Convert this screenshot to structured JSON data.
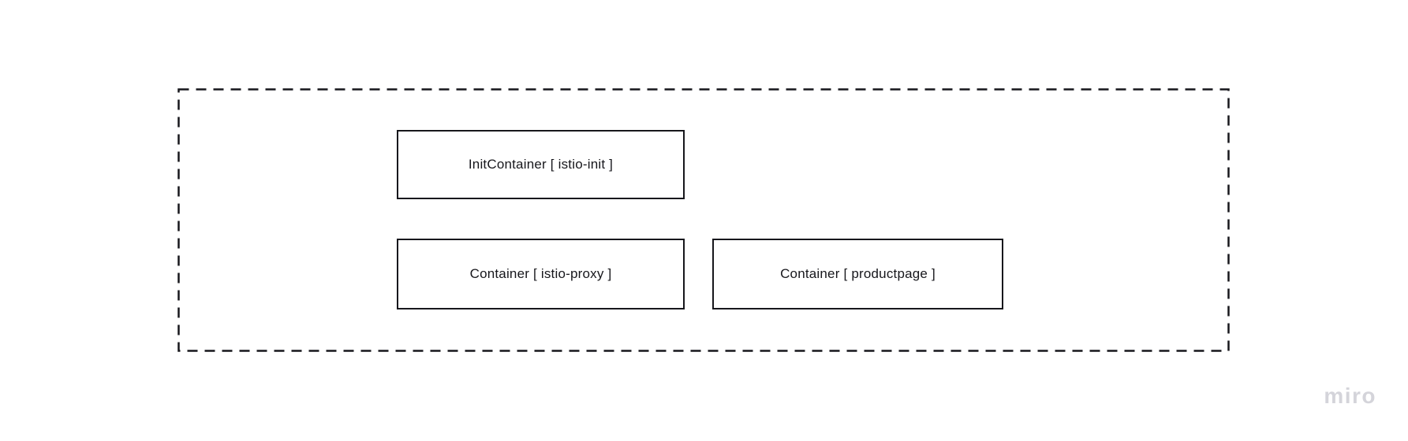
{
  "diagram": {
    "boundary": {
      "style": "dashed"
    },
    "nodes": [
      {
        "id": "init-container",
        "label": "InitContainer [ istio-init ]"
      },
      {
        "id": "container-istio-proxy",
        "label": "Container [ istio-proxy ]"
      },
      {
        "id": "container-productpage",
        "label": "Container [ productpage ]"
      }
    ]
  },
  "watermark": {
    "label": "miro"
  },
  "colors": {
    "canvas_background": "#ffffff",
    "boundary_border": "#17171c",
    "node_border": "#17171c",
    "node_text": "#17171c",
    "watermark_text": "#d4d4da"
  }
}
